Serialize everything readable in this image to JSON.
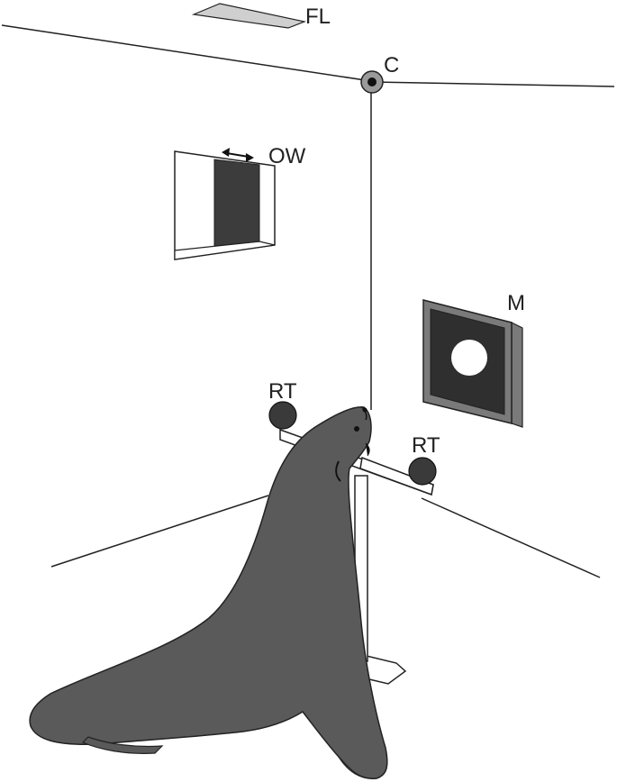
{
  "labels": {
    "fl": "FL",
    "c": "C",
    "ow": "OW",
    "m": "M",
    "rt_left": "RT",
    "rt_right": "RT"
  },
  "colors": {
    "line": "#222222",
    "seal_fill": "#5a5a5a",
    "window_dark": "#3c3c3c",
    "monitor_face": "#2f2f2f",
    "monitor_frame": "#7a7a7a",
    "camera_ring": "#9a9a9a",
    "light_fill": "#cfcfcf",
    "target_fill": "#3a3a3a"
  }
}
